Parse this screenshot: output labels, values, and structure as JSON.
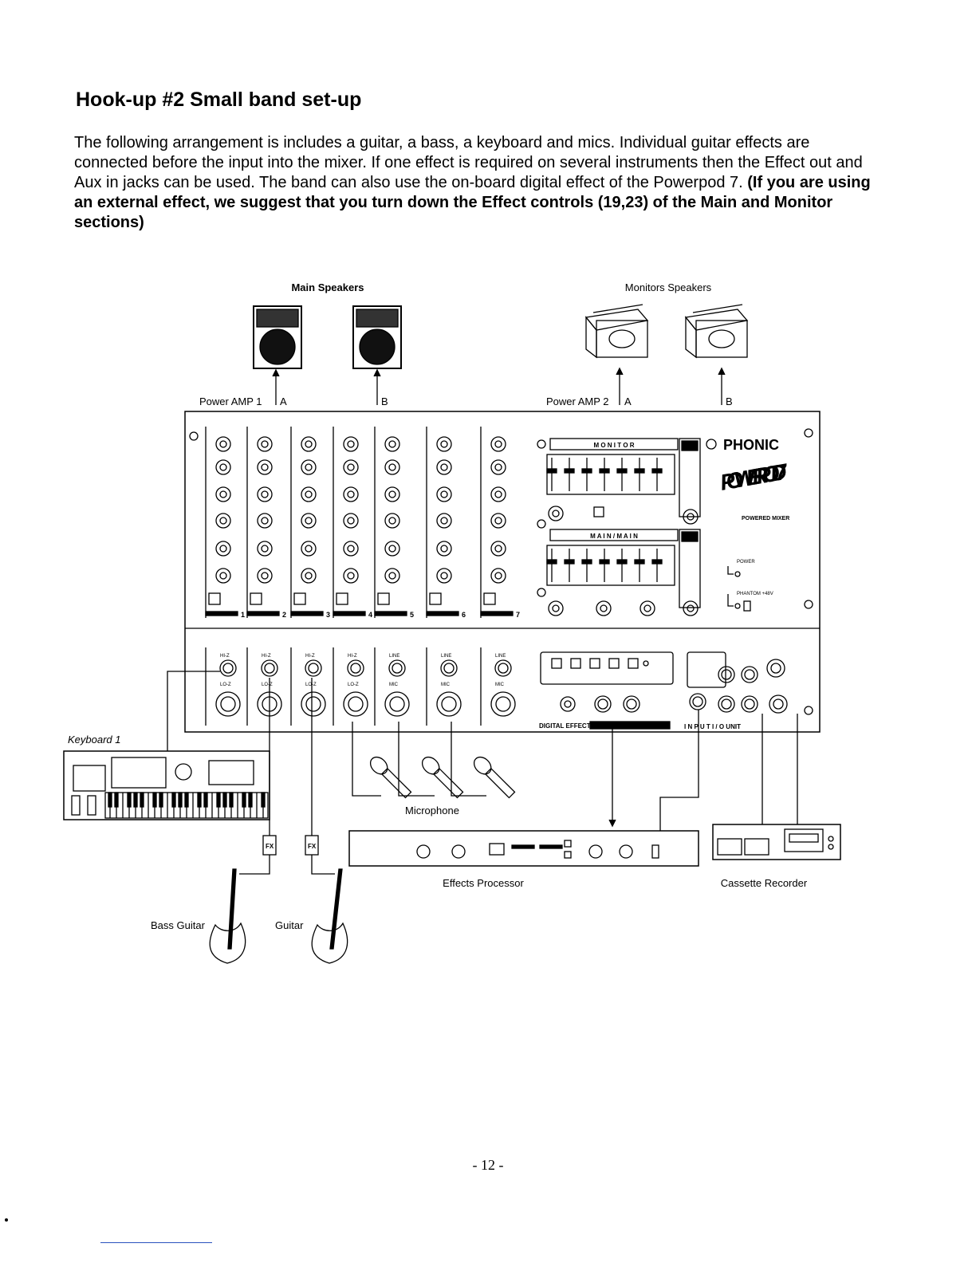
{
  "title": "Hook-up #2 Small band set-up",
  "intro_text": "The following arrangement is includes a guitar, a bass, a keyboard and mics. Individual guitar effects are connected before the input into the mixer. If one effect is required on several instruments then the Effect out and Aux in jacks can be used. The band can also use the on-board digital effect of the Powerpod 7.",
  "intro_bold": "(If you are using an external effect, we suggest that you turn down the Effect controls (19,23) of the Main and Monitor sections)",
  "diagram": {
    "main_speakers": "Main Speakers",
    "monitor_speakers": "Monitors Speakers",
    "power_amp_1": "Power AMP 1",
    "power_amp_2": "Power AMP 2",
    "out_a": "A",
    "out_b": "B",
    "brand": "PHONIC",
    "logo": "POWER POD 7",
    "powered_mixer": "POWERED MIXER",
    "monitor_section": "M O N I T O R",
    "main_section": "M A I N / M A I N",
    "power_label": "POWER",
    "phantom_label": "PHANTOM +48V",
    "digital_effect": "DIGITAL EFFECT",
    "input_output": "I N P U T   I / O   UNIT",
    "hi_z": "HI-Z",
    "lo_z": "LO-Z",
    "line": "LINE",
    "mic": "MIC",
    "channel_numbers": [
      "1",
      "2",
      "3",
      "4",
      "5",
      "6",
      "7"
    ],
    "keyboard": "Keyboard 1",
    "microphone": "Microphone",
    "effects_processor": "Effects Processor",
    "cassette_recorder": "Cassette Recorder",
    "bass_guitar": "Bass Guitar",
    "guitar": "Guitar",
    "fx": "FX"
  },
  "page_number": "- 12 -"
}
